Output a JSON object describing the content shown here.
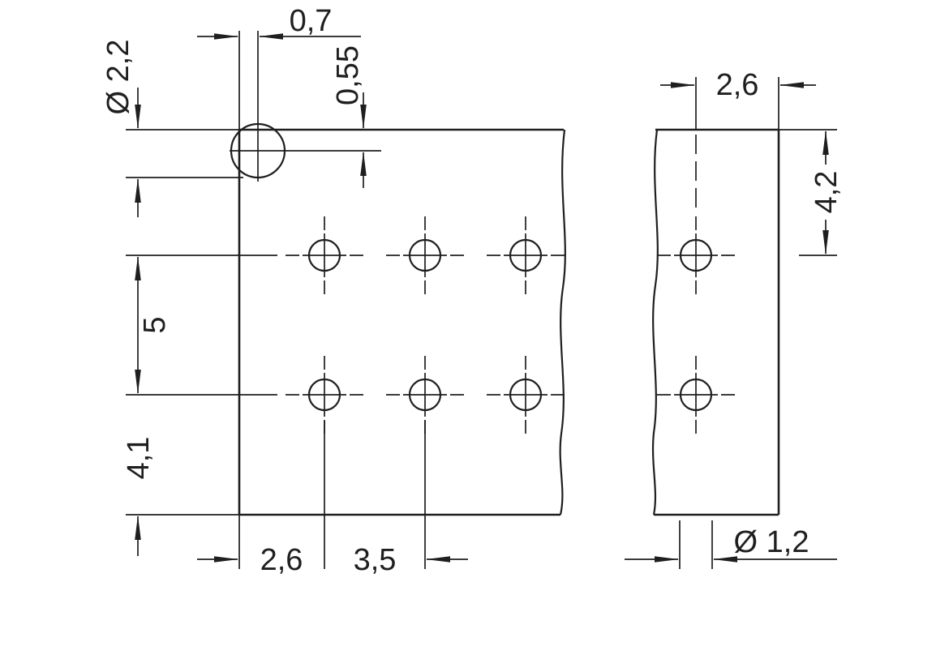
{
  "drawing": {
    "background": "#ffffff",
    "line_color": "#1f1f1f",
    "dimensions": {
      "top_pitch": "0,7",
      "top_offset": "0,55",
      "big_hole_diameter": "Ø 2,2",
      "row_spacing": "5",
      "bottom_margin": "4,1",
      "edge_to_first_column": "2,6",
      "column_pitch": "3,5",
      "side_hole_to_edge": "2,6",
      "side_top_to_row": "4,2",
      "small_hole_diameter": "Ø 1,2"
    }
  }
}
